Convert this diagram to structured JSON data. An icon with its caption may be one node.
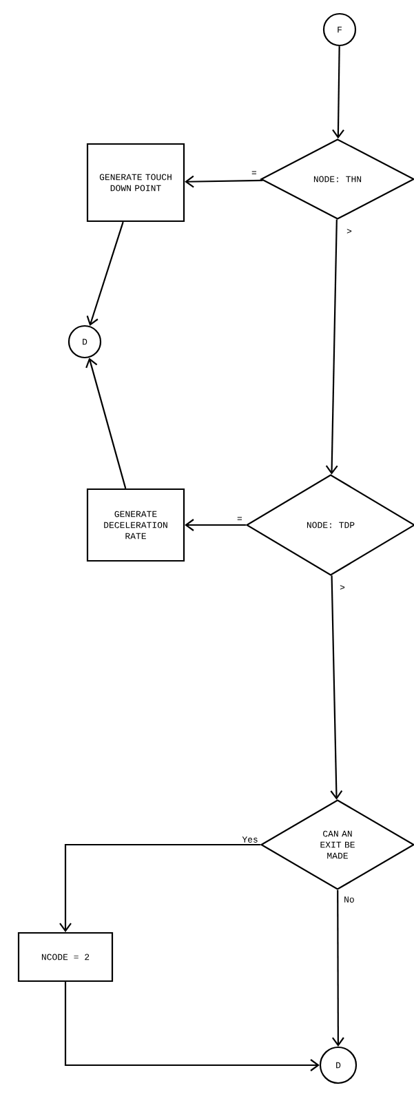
{
  "diagram": {
    "nodes": [
      {
        "text": [
          "F"
        ]
      },
      {
        "text": [
          "NODE: THN"
        ]
      },
      {
        "text": [
          "GENERATE TOUCH DOWN POINT"
        ]
      },
      {
        "text": [
          "D"
        ]
      },
      {
        "text": [
          "GENERATE DECELERATION RATE"
        ]
      },
      {
        "text": [
          "NODE: TDP"
        ]
      },
      {
        "text": [
          "CAN AN EXIT BE MADE"
        ]
      },
      {
        "text": [
          "NCODE = 2"
        ]
      },
      {
        "text": [
          "D"
        ]
      }
    ],
    "edges": [
      {
        "from": 0,
        "to": 1,
        "arrow": "to"
      },
      {
        "from": 1,
        "to": 2,
        "arrow": "to",
        "label": "="
      },
      {
        "from": 1,
        "to": 5,
        "arrow": "to",
        "label": ">"
      },
      {
        "from": 2,
        "to": 3,
        "arrow": "to"
      },
      {
        "from": 4,
        "to": 3,
        "arrow": "to"
      },
      {
        "from": 5,
        "to": 4,
        "arrow": "to",
        "label": "="
      },
      {
        "from": 5,
        "to": 6,
        "arrow": "to",
        "label": ">"
      },
      {
        "from": 6,
        "to": 7,
        "arrow": "to",
        "label": "Yes"
      },
      {
        "from": 6,
        "to": 8,
        "arrow": "to",
        "label": "No"
      },
      {
        "from": 7,
        "to": 8,
        "arrow": "to"
      }
    ]
  }
}
